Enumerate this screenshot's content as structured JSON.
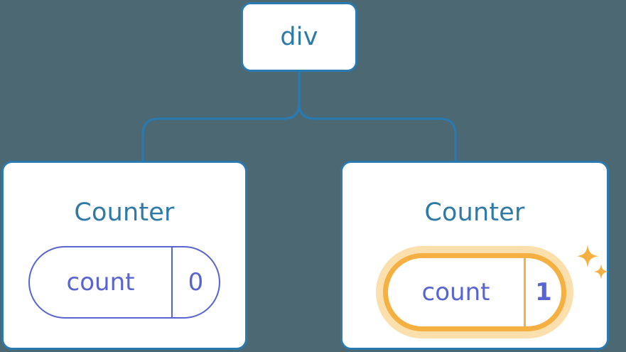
{
  "diagram": {
    "type": "component-tree",
    "background_color": "#4c6873",
    "root": {
      "label": "div",
      "text_color": "#2e7aa6",
      "border_color": "#2a7ab0"
    },
    "connector": {
      "color": "#2a7ab0",
      "style": "orthogonal-rounded"
    },
    "children": [
      {
        "title": "Counter",
        "state": {
          "key": "count",
          "value": "0"
        },
        "highlighted": false,
        "accent_color": "#5964d3"
      },
      {
        "title": "Counter",
        "state": {
          "key": "count",
          "value": "1"
        },
        "highlighted": true,
        "accent_color": "#5964d3",
        "highlight_color": "#f5b041",
        "highlight_glow_color": "#fbe0ad",
        "sparkle_icons": [
          "sparkle-large",
          "sparkle-small"
        ]
      }
    ]
  }
}
